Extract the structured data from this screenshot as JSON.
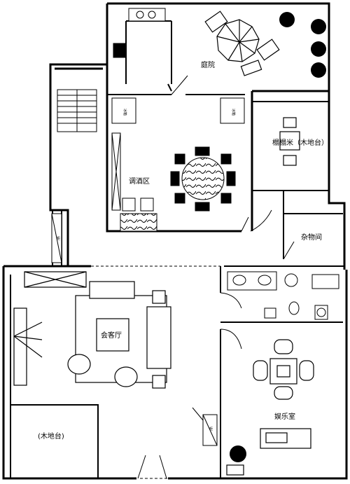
{
  "rooms": {
    "courtyard": "庭院",
    "tatami": "榻榻米（木地台）",
    "bar": "调酒区",
    "storage": "杂物间",
    "living": "会客厅",
    "deck": "(木地台)",
    "entertainment": "娱乐室"
  },
  "appliances": {
    "fridge_1": "冰箱",
    "fridge_2": "冰箱",
    "cabinet_1": "柜",
    "cabinet_2": "柜"
  }
}
